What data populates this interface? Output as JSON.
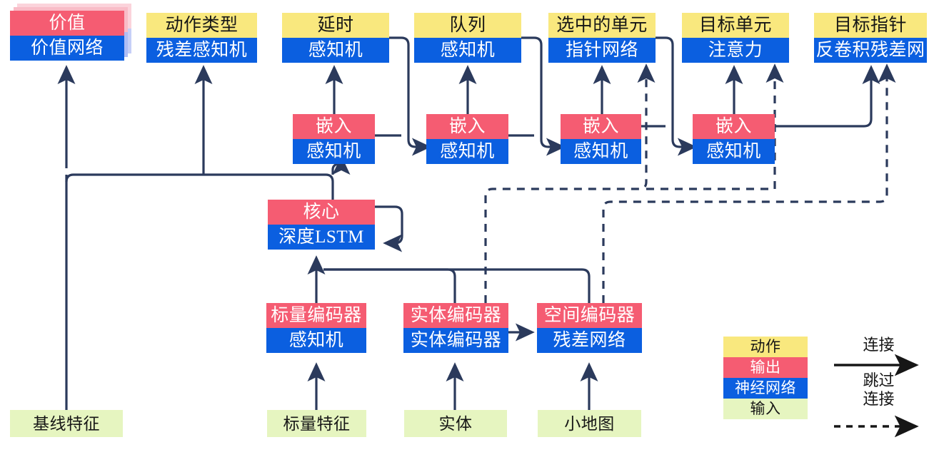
{
  "diagram": {
    "title": "Neural network architecture block diagram",
    "colors": {
      "action": "#F9E87E",
      "output": "#F55C72",
      "network": "#0B5FE0",
      "input": "#E6F5C0",
      "wire": "#2B3A5C"
    }
  },
  "nodes": {
    "value": {
      "top": "价值",
      "bottom": "价值网络"
    },
    "action_type": {
      "top": "动作类型",
      "bottom": "残差感知机"
    },
    "delay": {
      "top": "延时",
      "bottom": "感知机"
    },
    "queue": {
      "top": "队列",
      "bottom": "感知机"
    },
    "selected_unit": {
      "top": "选中的单元",
      "bottom": "指针网络"
    },
    "target_unit": {
      "top": "目标单元",
      "bottom": "注意力"
    },
    "target_point": {
      "top": "目标指针",
      "bottom": "反卷积残差网"
    },
    "embed1": {
      "top": "嵌入",
      "bottom": "感知机"
    },
    "embed2": {
      "top": "嵌入",
      "bottom": "感知机"
    },
    "embed3": {
      "top": "嵌入",
      "bottom": "感知机"
    },
    "embed4": {
      "top": "嵌入",
      "bottom": "感知机"
    },
    "core": {
      "top": "核心",
      "bottom": "深度LSTM"
    },
    "scalar_encoder": {
      "top": "标量编码器",
      "bottom": "感知机"
    },
    "entity_encoder": {
      "top": "实体编码器",
      "bottom": "实体编码器"
    },
    "spatial_encoder": {
      "top": "空间编码器",
      "bottom": "残差网络"
    }
  },
  "inputs": {
    "baseline": "基线特征",
    "scalar": "标量特征",
    "entity": "实体",
    "minimap": "小地图"
  },
  "legend": {
    "action": "动作",
    "output": "输出",
    "network": "神经网络",
    "input": "输入",
    "connection": "连接",
    "skip_line1": "跳过",
    "skip_line2": "连接"
  }
}
